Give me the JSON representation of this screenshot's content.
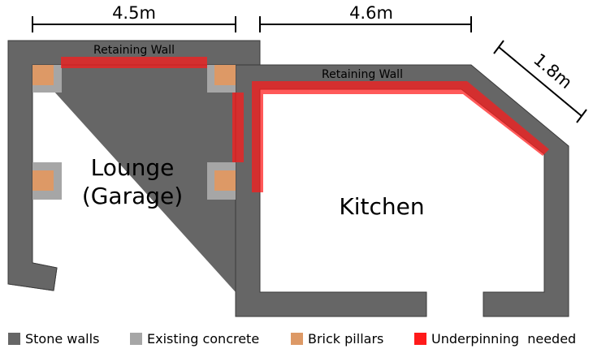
{
  "dimensions": {
    "lounge_width": "4.5m",
    "kitchen_width": "4.6m",
    "angled_wall": "1.8m"
  },
  "wall_labels": {
    "lounge": "Retaining Wall",
    "kitchen": "Retaining Wall"
  },
  "rooms": {
    "lounge_line1": "Lounge",
    "lounge_line2": "(Garage)",
    "kitchen": "Kitchen"
  },
  "legend": [
    {
      "label": "Stone walls",
      "color": "#666666"
    },
    {
      "label": "Existing concrete",
      "color": "#a6a6a6"
    },
    {
      "label": "Brick pillars",
      "color": "#dd9966"
    },
    {
      "label": "Underpinning  needed",
      "color": "#ff1a1a"
    }
  ],
  "colors": {
    "stone": "#666666",
    "concrete": "#a6a6a6",
    "brick": "#dd9966",
    "underpin": "#ff1a1a"
  }
}
